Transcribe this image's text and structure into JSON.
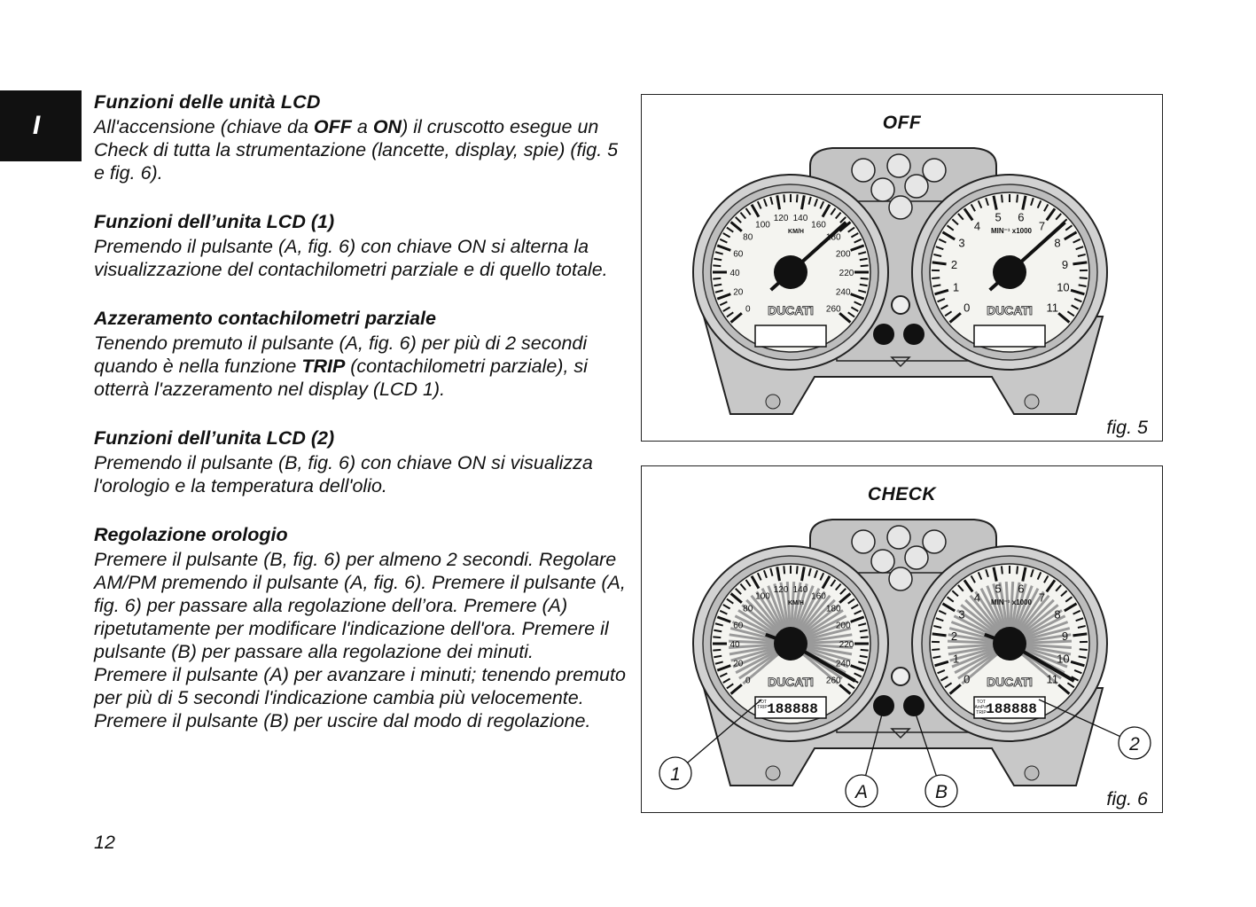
{
  "lang_tab": "I",
  "sections": [
    {
      "title": "Funzioni delle unità LCD",
      "body": [
        {
          "t": "All'accensione (chiave da "
        },
        {
          "t": "OFF",
          "b": true
        },
        {
          "t": " a "
        },
        {
          "t": "ON",
          "b": true
        },
        {
          "t": ") il cruscotto esegue un Check di tutta la strumentazione (lancette, display, spie) (fig. 5 e fig. 6)."
        }
      ]
    },
    {
      "title": "Funzioni dell’unita LCD (1)",
      "body": [
        {
          "t": "Premendo il pulsante (A, fig. 6) con chiave ON si alterna la visualizzazione del contachilometri parziale e di quello totale."
        }
      ]
    },
    {
      "title": "Azzeramento contachilometri parziale",
      "body": [
        {
          "t": "Tenendo premuto il pulsante (A, fig. 6) per più di 2 secondi quando è nella funzione "
        },
        {
          "t": "TRIP",
          "b": true
        },
        {
          "t": " (contachilometri parziale), si otterrà l'azzeramento nel display (LCD 1)."
        }
      ]
    },
    {
      "title": "Funzioni dell’unita LCD (2)",
      "body": [
        {
          "t": "Premendo il pulsante (B, fig. 6) con chiave ON si visualizza l'orologio e la temperatura dell'olio."
        }
      ]
    },
    {
      "title": "Regolazione orologio",
      "body": [
        {
          "t": "Premere il pulsante (B, fig. 6) per almeno 2 secondi. Regolare AM/PM premendo il pulsante (A, fig. 6). Premere il pulsante (A, fig. 6) per passare alla regolazione dell’ora. Premere (A) ripetutamente per modificare l'indicazione dell'ora. Premere il pulsante (B) per passare alla regolazione dei minuti.\nPremere il pulsante (A) per avanzare i minuti; tenendo premuto per più di 5 secondi l'indicazione cambia più velocemente. Premere il pulsante (B) per uscire dal modo di regolazione."
        }
      ]
    }
  ],
  "page_number": "12",
  "figures": [
    {
      "title": "OFF",
      "caption": "fig. 5",
      "speedo": {
        "ticks": [
          "0",
          "20",
          "40",
          "60",
          "80",
          "100",
          "120",
          "140",
          "160",
          "180",
          "200",
          "220",
          "240",
          "260"
        ],
        "unit": "KM/H",
        "brand": "DUCATI"
      },
      "tacho": {
        "ticks": [
          "0",
          "1",
          "2",
          "3",
          "4",
          "5",
          "6",
          "7",
          "8",
          "9",
          "10",
          "11"
        ],
        "unit": "MIN⁻¹ x1000",
        "brand": "DUCATI"
      }
    },
    {
      "title": "CHECK",
      "caption": "fig. 6",
      "speedo": {
        "ticks": [
          "0",
          "20",
          "40",
          "60",
          "80",
          "100",
          "120",
          "140",
          "160",
          "180",
          "200",
          "220",
          "240",
          "260"
        ],
        "unit": "KM/H",
        "brand": "DUCATI",
        "lcd": "188888",
        "lcd_left": [
          "TOT",
          "TRIP"
        ]
      },
      "tacho": {
        "ticks": [
          "0",
          "1",
          "2",
          "3",
          "4",
          "5",
          "6",
          "7",
          "8",
          "9",
          "10",
          "11"
        ],
        "unit": "MIN⁻¹ x1000",
        "brand": "DUCATI",
        "lcd": "188888",
        "lcd_left": [
          "TOT",
          "AmPm",
          "TRIP"
        ]
      },
      "callouts": [
        "1",
        "2",
        "A",
        "B"
      ]
    }
  ]
}
